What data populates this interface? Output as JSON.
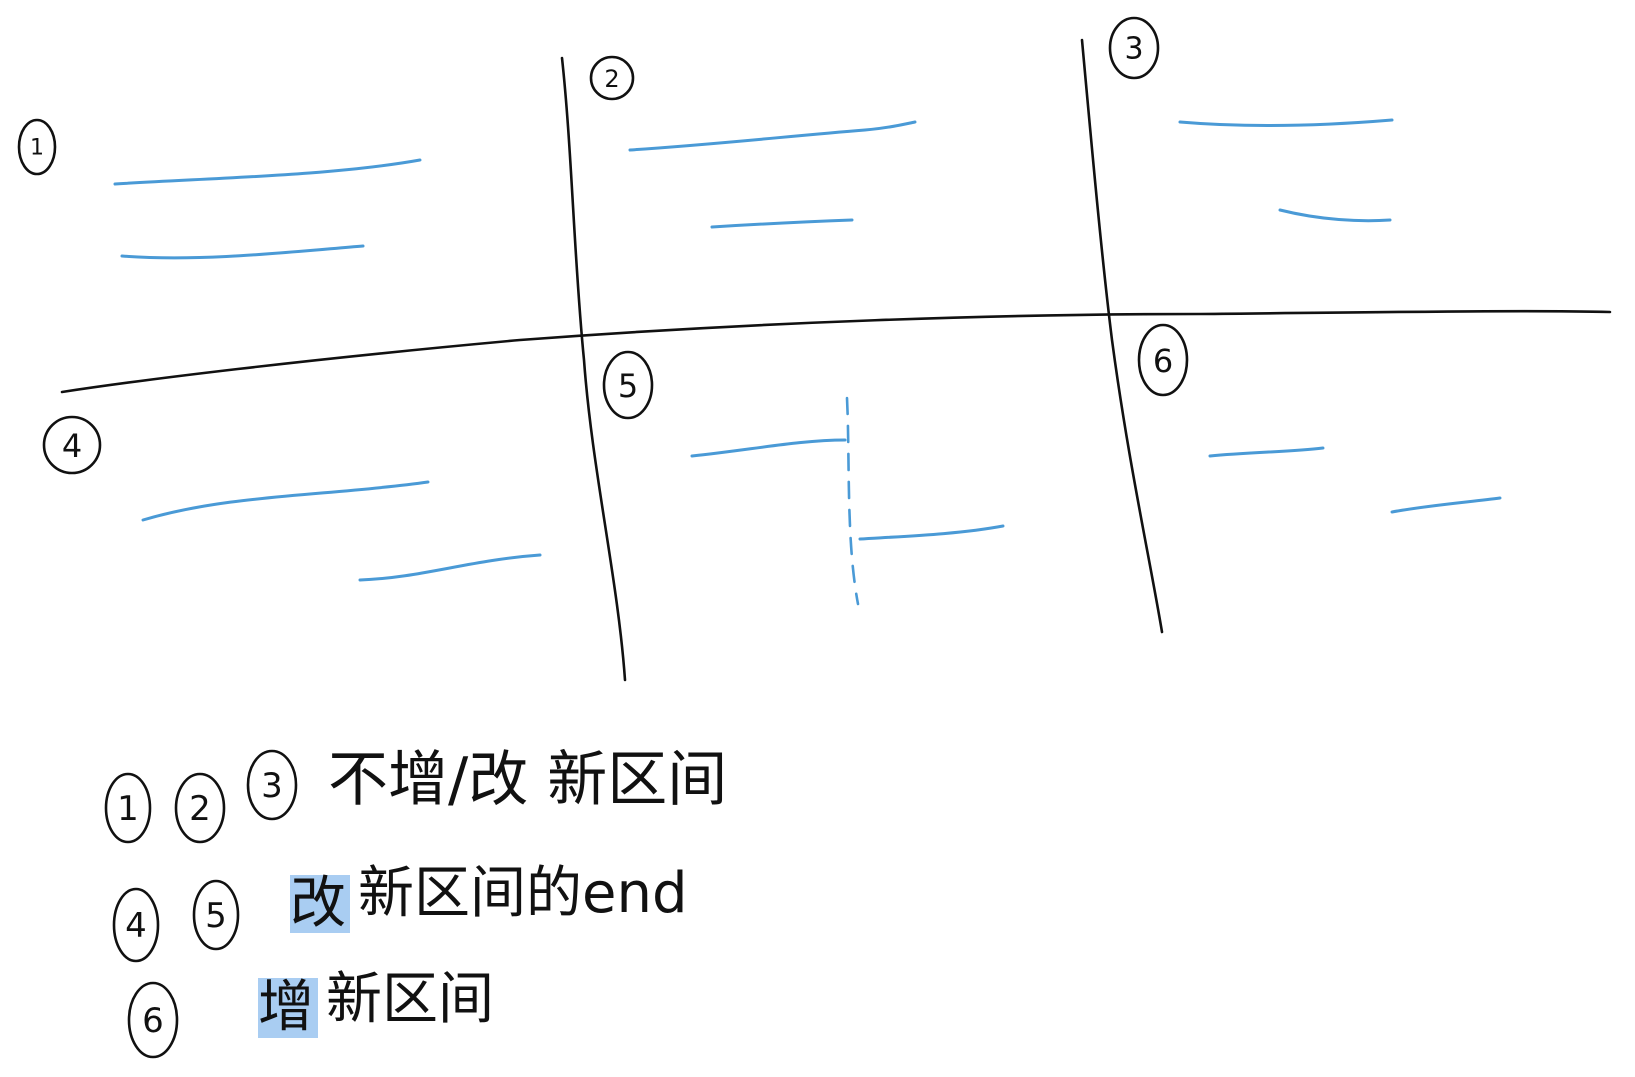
{
  "colors": {
    "ink": "#111111",
    "line": "#4a9ad6",
    "highlight": "#a9cdf2"
  },
  "regions": [
    {
      "label": "1"
    },
    {
      "label": "2"
    },
    {
      "label": "3"
    },
    {
      "label": "4"
    },
    {
      "label": "5"
    },
    {
      "label": "6"
    }
  ],
  "legend": {
    "row1": {
      "markers": [
        "1",
        "2",
        "3"
      ],
      "text": "不增/改 新区间"
    },
    "row2": {
      "markers": [
        "4",
        "5"
      ],
      "highlight": "改",
      "text": "新区间的end"
    },
    "row3": {
      "markers": [
        "6"
      ],
      "highlight": "增",
      "text": "新区间"
    }
  }
}
